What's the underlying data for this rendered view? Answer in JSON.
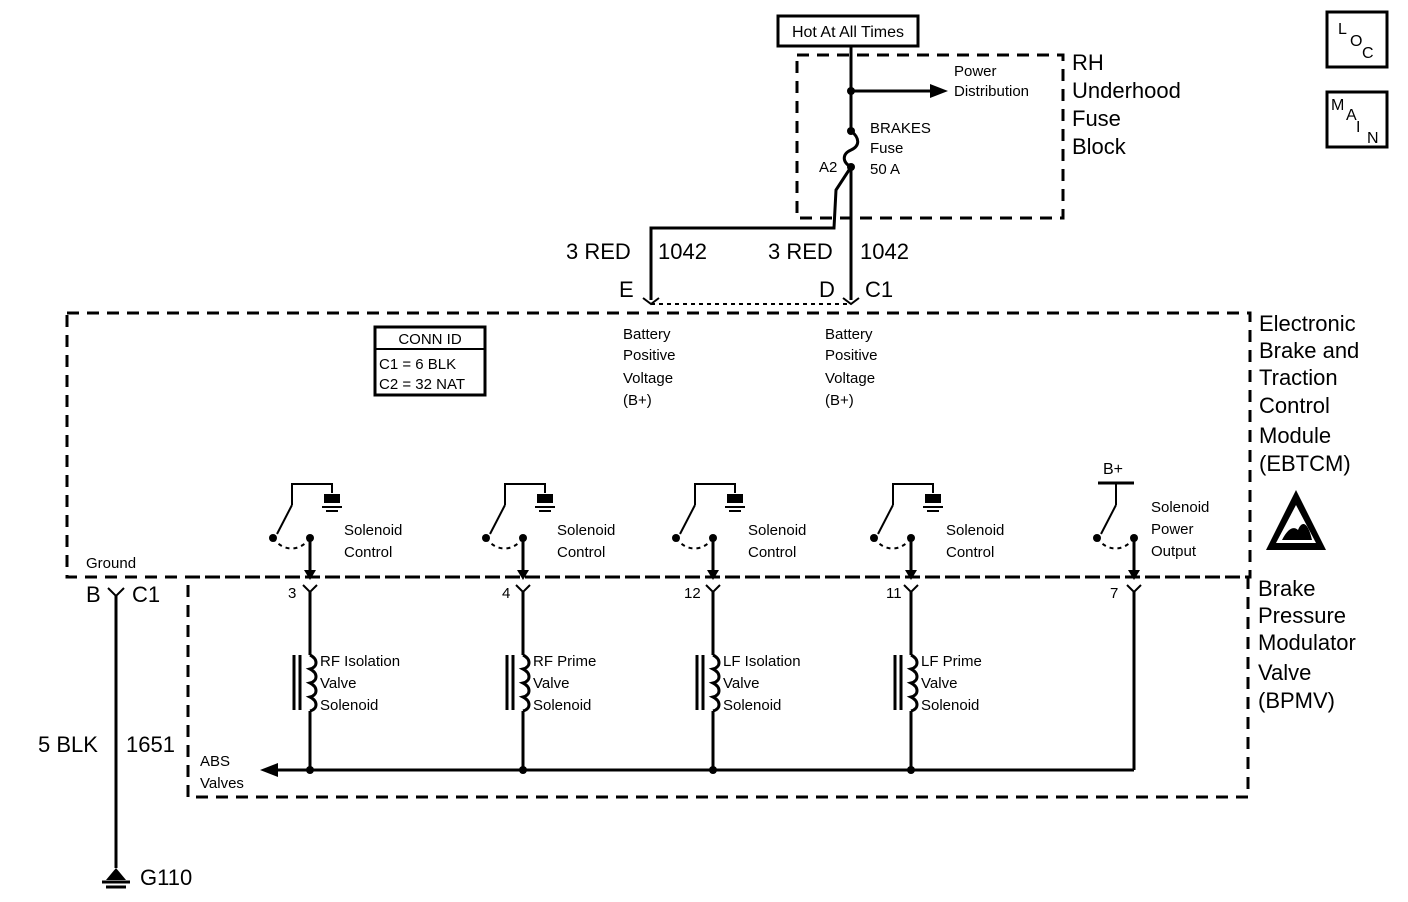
{
  "top": {
    "hot_label": "Hot At All Times",
    "power_distribution": [
      "Power",
      "Distribution"
    ],
    "fuse_block_title": [
      "RH",
      "Underhood",
      "Fuse",
      "Block"
    ],
    "fuse_label": [
      "BRAKES",
      "Fuse",
      "50 A"
    ],
    "fuse_cavity": "A2"
  },
  "icons": {
    "loc": [
      "L",
      "O",
      "C"
    ],
    "main": [
      "M",
      "A",
      "I",
      "N"
    ]
  },
  "wires": {
    "left_color": "3 RED",
    "left_circuit": "1042",
    "right_color": "3 RED",
    "right_circuit": "1042",
    "ground_color": "5 BLK",
    "ground_circuit": "1651"
  },
  "connectors": {
    "pin_e": "E",
    "pin_d": "D",
    "c1_top": "C1",
    "ground_pin": "B",
    "ground_conn": "C1"
  },
  "ebtcm": {
    "title": [
      "Electronic",
      "Brake and",
      "Traction",
      "Control",
      "Module",
      "(EBTCM)"
    ],
    "bplus_left": [
      "Battery",
      "Positive",
      "Voltage",
      "(B+)"
    ],
    "bplus_right": [
      "Battery",
      "Positive",
      "Voltage",
      "(B+)"
    ],
    "conn_id": {
      "header": "CONN ID",
      "rows": [
        "C1 = 6 BLK",
        "C2 = 32 NAT"
      ]
    },
    "ground_label": "Ground",
    "switches": [
      {
        "label": [
          "Solenoid",
          "Control"
        ]
      },
      {
        "label": [
          "Solenoid",
          "Control"
        ]
      },
      {
        "label": [
          "Solenoid",
          "Control"
        ]
      },
      {
        "label": [
          "Solenoid",
          "Control"
        ]
      }
    ],
    "power_switch": {
      "label": [
        "Solenoid",
        "Power",
        "Output"
      ],
      "bplus": "B+"
    }
  },
  "bpmv": {
    "title": [
      "Brake",
      "Pressure",
      "Modulator",
      "Valve",
      "(BPMV)"
    ],
    "pins": [
      "3",
      "4",
      "12",
      "11",
      "7"
    ],
    "solenoids": [
      {
        "label": [
          "RF Isolation",
          "Valve",
          "Solenoid"
        ]
      },
      {
        "label": [
          "RF Prime",
          "Valve",
          "Solenoid"
        ]
      },
      {
        "label": [
          "LF Isolation",
          "Valve",
          "Solenoid"
        ]
      },
      {
        "label": [
          "LF Prime",
          "Valve",
          "Solenoid"
        ]
      }
    ],
    "abs_valves": [
      "ABS",
      "Valves"
    ]
  },
  "ground": {
    "label": "G110"
  }
}
